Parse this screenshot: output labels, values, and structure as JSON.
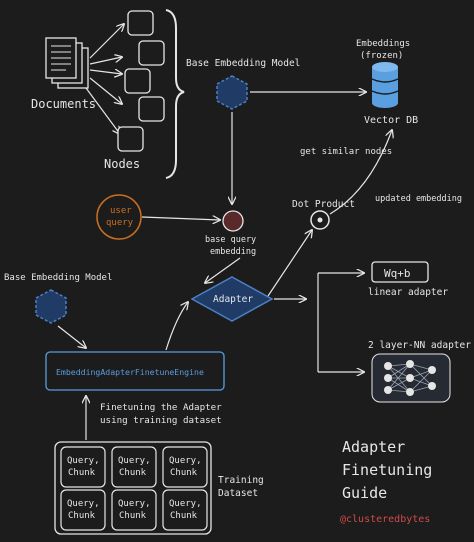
{
  "labels": {
    "documents": "Documents",
    "nodes": "Nodes",
    "base_embedding_model_top": "Base Embedding Model",
    "embeddings_line1": "Embeddings",
    "embeddings_line2": "(frozen)",
    "vector_db": "Vector DB",
    "get_similar_nodes": "get similar nodes",
    "user_query_line1": "user",
    "user_query_line2": "query",
    "base_query_line1": "base query",
    "base_query_line2": "embedding",
    "dot_product": "Dot Product",
    "updated_embedding": "updated embedding",
    "base_embedding_model_left": "Base Embedding Model",
    "adapter": "Adapter",
    "linear_formula": "Wq+b",
    "linear_adapter": "linear adapter",
    "nn_adapter": "2 layer-NN adapter",
    "engine": "EmbeddingAdapterFinetuneEngine",
    "finetune_line1": "Finetuning the Adapter",
    "finetune_line2": "using training dataset",
    "chunk_query": "Query,",
    "chunk_chunk": "Chunk",
    "training_line1": "Training",
    "training_line2": "Dataset",
    "guide_line1": "Adapter",
    "guide_line2": "Finetuning",
    "guide_line3": "Guide",
    "handle": "@clusteredbytes"
  },
  "colors": {
    "background": "#1c1c1c",
    "ink": "#e6e6e6",
    "hexagon_fill": "#1f3b66",
    "hexagon_stroke": "#4d7fc4",
    "vector_db": "#5aa0e0",
    "user_query": "#c9701c",
    "base_query_dot": "#5a2a2a",
    "engine_text": "#5a9de0",
    "handle": "#d04a4a"
  }
}
